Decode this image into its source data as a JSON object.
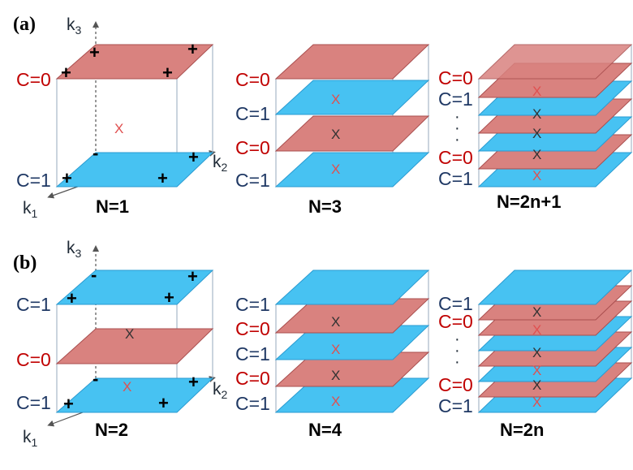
{
  "colors": {
    "pink_plane": "#d9827f",
    "pink_plane_edge": "#a94e4e",
    "blue_plane": "#47c2f2",
    "blue_plane_edge": "#2a9bd1",
    "c0_text": "#c00000",
    "c1_text": "#1f3864",
    "box_edge": "#a8b8c8",
    "cross_red": "#e05050",
    "cross_dark": "#333333"
  },
  "panel_a": {
    "label": "(a)",
    "axis_k1": "k",
    "axis_k1_sub": "1",
    "axis_k2": "k",
    "axis_k2_sub": "2",
    "axis_k3": "k",
    "axis_k3_sub": "3",
    "box1": {
      "n_label": "N=1",
      "c_top": "C=0",
      "c_bottom": "C=1",
      "marker": "X",
      "plus": "+",
      "minus": "-"
    },
    "box2": {
      "n_label": "N=3",
      "c_labels": [
        "C=0",
        "C=1",
        "C=0",
        "C=1"
      ]
    },
    "box3": {
      "n_label": "N=2n+1",
      "c_labels": [
        "C=0",
        "C=1",
        "C=0",
        "C=1"
      ],
      "dots": "·"
    }
  },
  "panel_b": {
    "label": "(b)",
    "axis_k1": "k",
    "axis_k1_sub": "1",
    "axis_k2": "k",
    "axis_k2_sub": "2",
    "axis_k3": "k",
    "axis_k3_sub": "3",
    "box1": {
      "n_label": "N=2",
      "c_labels": [
        "C=1",
        "C=0",
        "C=1"
      ],
      "marker": "X",
      "plus": "+",
      "minus": "-"
    },
    "box2": {
      "n_label": "N=4",
      "c_labels": [
        "C=1",
        "C=0",
        "C=1",
        "C=0",
        "C=1"
      ]
    },
    "box3": {
      "n_label": "N=2n",
      "c_labels": [
        "C=1",
        "C=0",
        "C=0",
        "C=1"
      ],
      "dots": "·"
    }
  }
}
